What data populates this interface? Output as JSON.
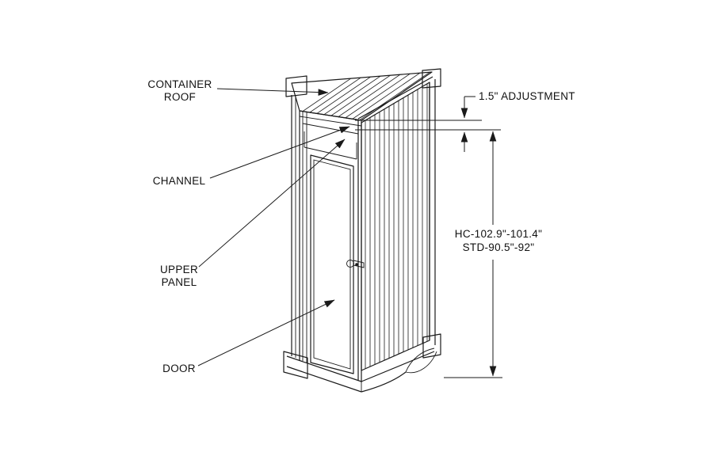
{
  "labels": {
    "container_roof": [
      "CONTAINER",
      "ROOF"
    ],
    "channel": "CHANNEL",
    "upper_panel": [
      "UPPER",
      "PANEL"
    ],
    "door": "DOOR"
  },
  "dimensions": {
    "adjustment": "1.5\" ADJUSTMENT",
    "height_line1": "HC-102.9\"-101.4\"",
    "height_line2": "STD-90.5\"-92\""
  },
  "colors": {
    "line": "#1a1a1a",
    "background": "#ffffff"
  }
}
